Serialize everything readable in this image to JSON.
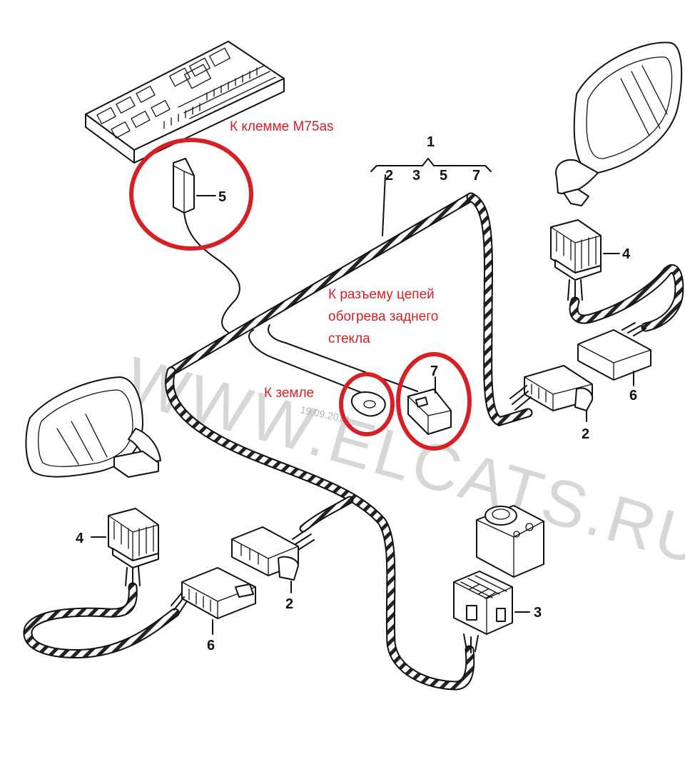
{
  "callouts": {
    "main_harness": "1",
    "harness_sub_numbers": [
      "2",
      "3",
      "5",
      "7"
    ],
    "connector_2_a": "2",
    "connector_2_b": "2",
    "connector_3": "3",
    "connector_4_a": "4",
    "connector_4_b": "4",
    "terminal_5": "5",
    "connector_6_a": "6",
    "connector_6_b": "6",
    "connector_7": "7"
  },
  "annotations": {
    "to_terminal": "К клемме M75as",
    "to_rear_window_line1": "К разъему цепей",
    "to_rear_window_line2": "обогрева заднего",
    "to_rear_window_line3": "стекла",
    "to_ground": "К земле"
  },
  "watermark": {
    "text": "WWW.ELCATS.RU",
    "date": "19.09.2014"
  },
  "colors": {
    "annotation": "#d81f26",
    "lines": "#111111",
    "watermark": "#b8b8b8"
  }
}
